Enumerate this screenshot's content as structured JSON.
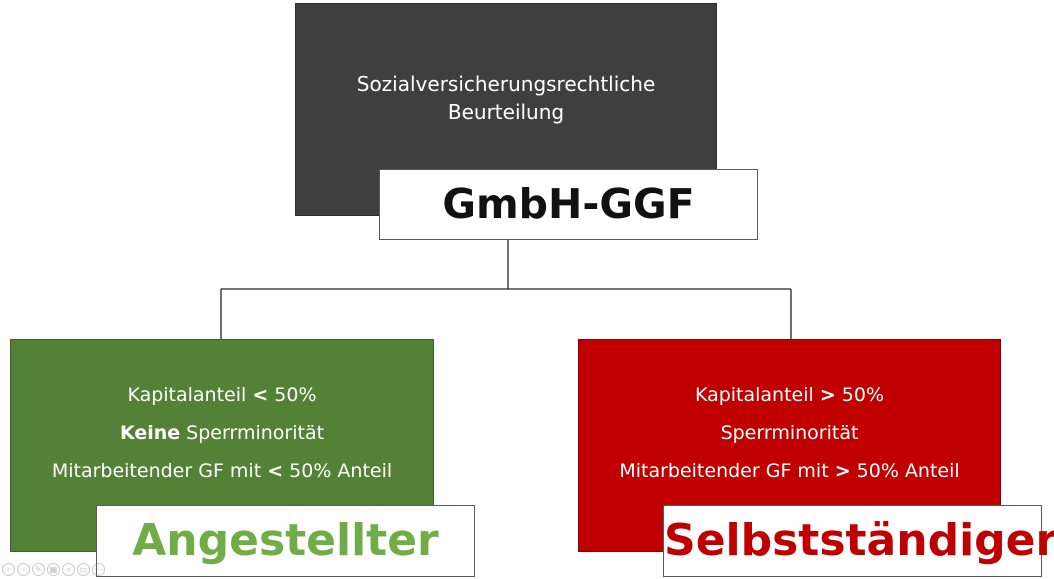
{
  "root": {
    "line1": "Sozialversicherungsrechtliche",
    "line2": "Beurteilung",
    "label": "GmbH-GGF"
  },
  "left": {
    "items": [
      {
        "pre": "Kapitalanteil ",
        "bold": "<",
        "post": " 50%"
      },
      {
        "pre": "",
        "bold": "Keine",
        "post": " Sperrminorität"
      },
      {
        "pre": "Mitarbeitender GF mit ",
        "bold": "<",
        "post": " 50% Anteil"
      }
    ],
    "label": "Angestellter"
  },
  "right": {
    "items": [
      {
        "pre": "Kapitalanteil ",
        "bold": ">",
        "post": " 50%"
      },
      {
        "pre": "Sperrminorität",
        "bold": "",
        "post": ""
      },
      {
        "pre": "Mitarbeitender GF mit ",
        "bold": ">",
        "post": " 50% Anteil"
      }
    ],
    "label": "Selbstständiger"
  },
  "colors": {
    "root_fill": "#3f3f3f",
    "left_fill": "#538135",
    "left_label": "#70ad47",
    "right_fill": "#c00000",
    "right_label": "#c00000",
    "connector": "#222222"
  },
  "slideshow_controls": [
    {
      "icon": "prev-arrow-icon",
      "glyph": "‹"
    },
    {
      "icon": "next-arrow-icon",
      "glyph": "›"
    },
    {
      "icon": "pen-icon",
      "glyph": "✎"
    },
    {
      "icon": "slides-grid-icon",
      "glyph": "▦"
    },
    {
      "icon": "zoom-icon",
      "glyph": "⌕"
    },
    {
      "icon": "screen-icon",
      "glyph": "▭"
    },
    {
      "icon": "more-options-icon",
      "glyph": "⋯"
    }
  ]
}
